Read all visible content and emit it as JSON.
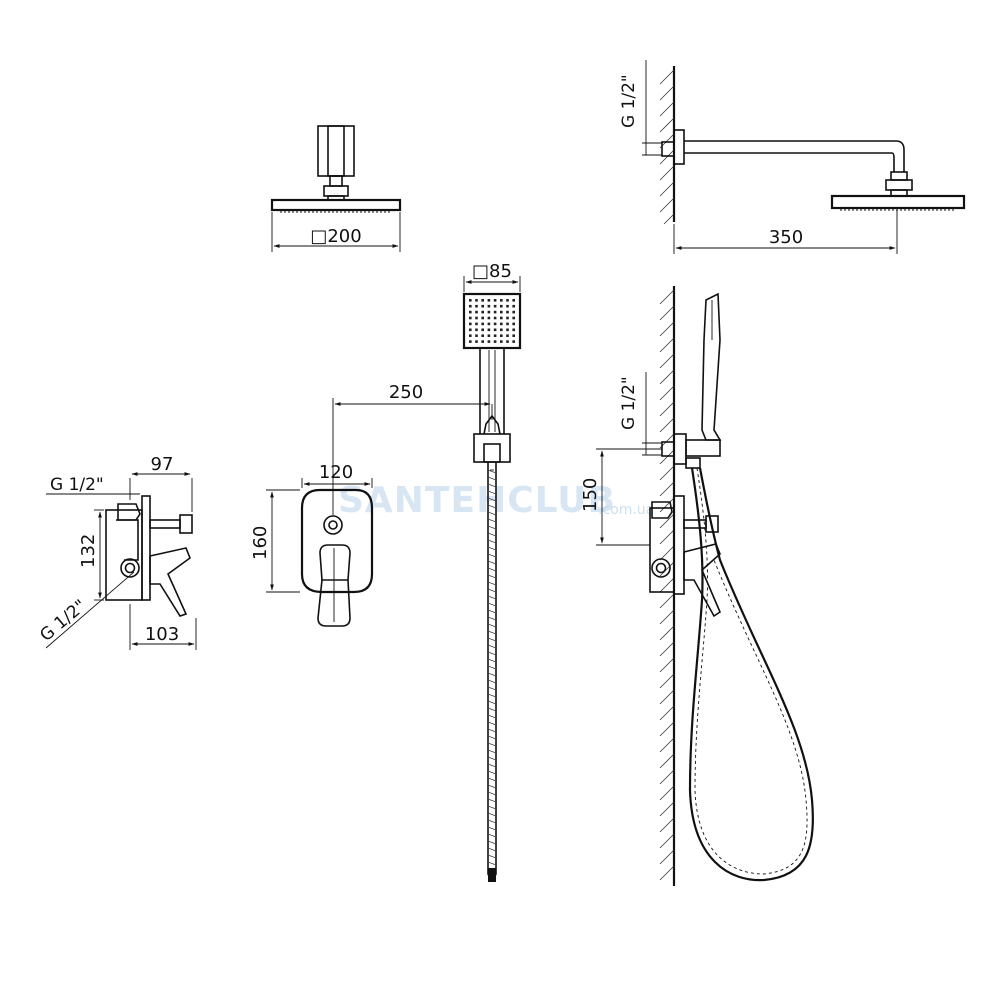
{
  "watermark": {
    "brand": "SANTEHCLUB",
    "domain": ".com.ua"
  },
  "dimensions": {
    "overhead_size": "□200",
    "arm_length": "350",
    "overhead_thread": "G 1/2\"",
    "hand_shower_size": "□85",
    "holder_offset": "250",
    "plate_width": "120",
    "plate_height": "160",
    "mixer_depth_top": "97",
    "mixer_thread_top": "G 1/2\"",
    "mixer_height": "132",
    "mixer_thread_bottom": "G 1/2\"",
    "mixer_depth_bottom": "103",
    "outlet_thread": "G 1/2\"",
    "outlet_height": "150"
  }
}
